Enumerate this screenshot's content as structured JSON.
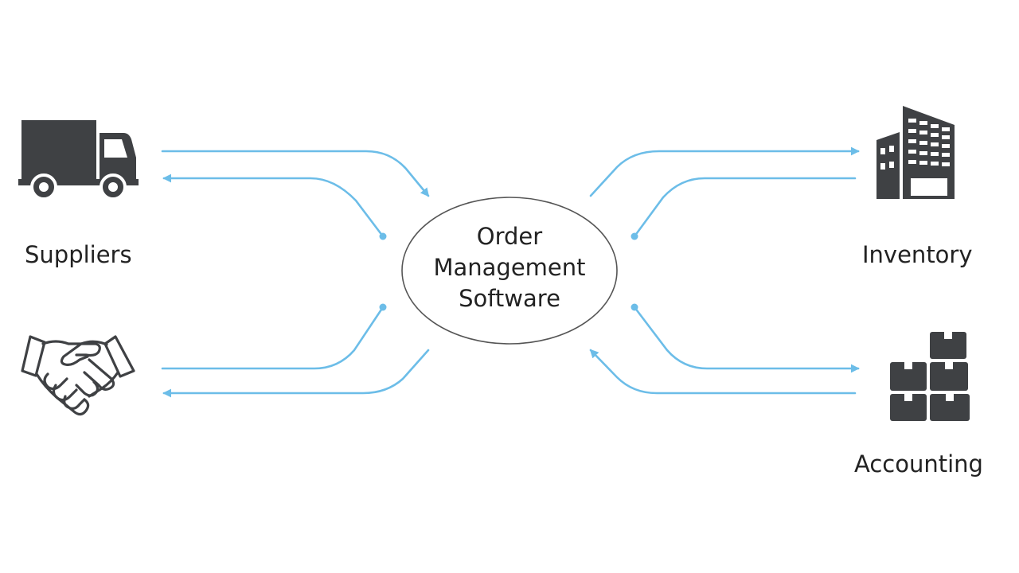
{
  "center": {
    "lines": [
      "Order",
      "Management",
      "Software"
    ]
  },
  "nodes": {
    "suppliers": {
      "label": "Suppliers",
      "icon": "truck-icon"
    },
    "partners": {
      "icon": "handshake-icon"
    },
    "inventory": {
      "label": "Inventory",
      "icon": "building-icon"
    },
    "accounting": {
      "label": "Accounting",
      "icon": "boxes-icon"
    }
  },
  "colors": {
    "arrow": "#6cbde8",
    "icon": "#3f4144",
    "text": "#222222",
    "ellipse_stroke": "#555555"
  }
}
